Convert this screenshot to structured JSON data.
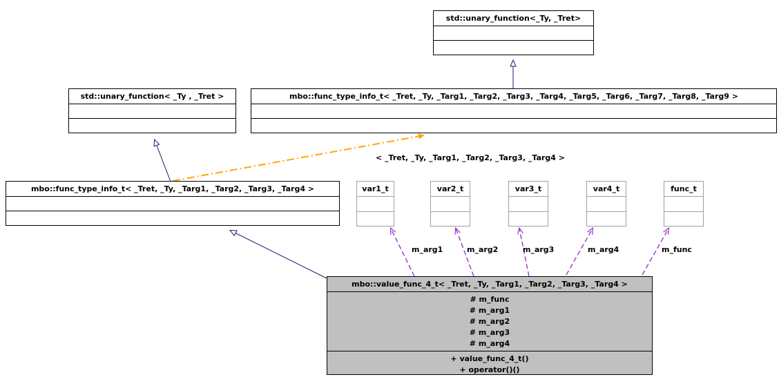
{
  "diagram": {
    "kind": "uml-class-collaboration-diagram",
    "background": "#ffffff",
    "colors": {
      "box_border": "#000000",
      "box_fill": "#ffffff",
      "focus_fill": "#c0c0c0",
      "small_box_border": "#a0a0a0",
      "inheritance_edge": "#191970",
      "usage_edge": "#9a32cd",
      "template_edge": "#ffa500"
    }
  },
  "nodes": {
    "std_unary_top": {
      "title": "std::unary_function<_Ty, _Tret>"
    },
    "std_unary_left": {
      "title": "std::unary_function< _Ty , _Tret >"
    },
    "func_type_info_9": {
      "title": "mbo::func_type_info_t< _Tret, _Ty, _Targ1, _Targ2, _Targ3, _Targ4, _Targ5, _Targ6, _Targ7, _Targ8, _Targ9 >"
    },
    "func_type_info_4": {
      "title": "mbo::func_type_info_t< _Tret, _Ty, _Targ1, _Targ2, _Targ3, _Targ4 >"
    },
    "var1": {
      "title": "var1_t"
    },
    "var2": {
      "title": "var2_t"
    },
    "var3": {
      "title": "var3_t"
    },
    "var4": {
      "title": "var4_t"
    },
    "func": {
      "title": "func_t"
    },
    "value_func_4": {
      "title": "mbo::value_func_4_t< _Tret, _Ty, _Targ1, _Targ2, _Targ3, _Targ4 >",
      "attributes": [
        "# m_func",
        "# m_arg1",
        "# m_arg2",
        "# m_arg3",
        "# m_arg4"
      ],
      "operations": [
        "+ value_func_4_t()",
        "+ operator()()"
      ]
    }
  },
  "edge_labels": {
    "template_binding": "< _Tret, _Ty, _Targ1, _Targ2, _Targ3, _Targ4 >",
    "m_arg1": "m_arg1",
    "m_arg2": "m_arg2",
    "m_arg3": "m_arg3",
    "m_arg4": "m_arg4",
    "m_func": "m_func"
  }
}
